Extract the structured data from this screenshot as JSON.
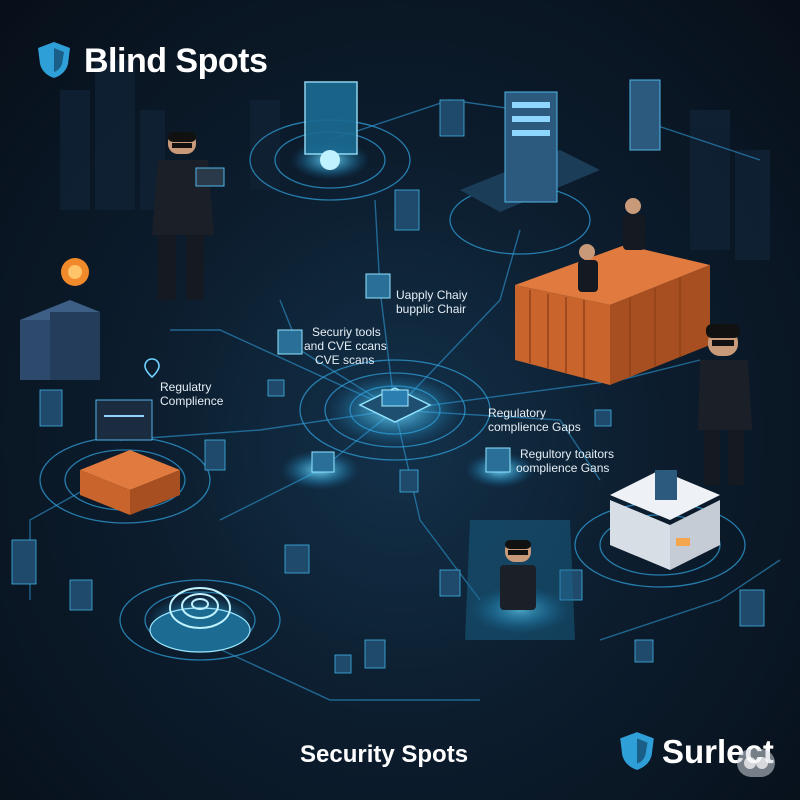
{
  "title": "Blind Spots",
  "labels": {
    "supply_chain_1": "Uapply Chaiy",
    "supply_chain_2": "bupplic Chair",
    "security_tools_1": "Securiy tools",
    "security_tools_2": "and CVE ccans",
    "security_tools_3": "CVE scans",
    "regulatory_left_1": "Regulatry",
    "regulatory_left_2": "Complience",
    "regulatory_right_1": "Regulatory",
    "regulatory_right_2": "complience Gaps",
    "regulatory_tools_1": "Regultory toaitors",
    "regulatory_tools_2": "oomplience Gans"
  },
  "footer": "Security Spots",
  "brand": "Surlect",
  "icons": [
    "shield-logo-icon",
    "shield-brand-icon",
    "location-pin-icon",
    "watermark-icon"
  ],
  "colors": {
    "background": "#0a1522",
    "glow": "#3fc6ff",
    "container": "#c9642c",
    "text": "#ffffff"
  }
}
